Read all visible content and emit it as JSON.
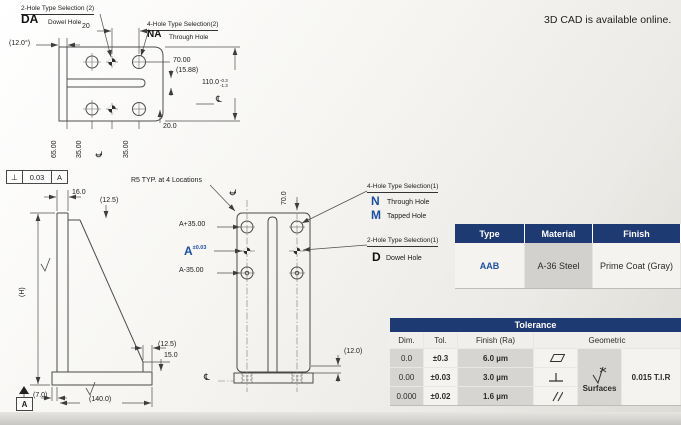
{
  "note_3d_cad": "3D CAD is available online.",
  "top_view": {
    "sel2_title": "2-Hole Type Selection (2)",
    "sel2_code": "DA",
    "sel2_desc": "Dowel Hole",
    "sel4_title": "4-Hole Type Selection(2)",
    "sel4_code": "NA",
    "sel4_desc": "Through Hole",
    "dim_angle": "(12.0°)",
    "dim_20": "20",
    "dim_70": "70.00",
    "dim_1588": "(15.88)",
    "dim_110": "110.0",
    "dim_110_sup": "-0.3",
    "dim_110_sub": "-1.3",
    "cl_right": "℄",
    "dim_200": "20.0",
    "dim_65": "65.00",
    "dim_35_left": "35.00",
    "cl_bottom": "℄",
    "dim_35_right": "35.00"
  },
  "side_view": {
    "fcf_symbol": "⊥",
    "fcf_tol": "0.03",
    "fcf_datum": "A",
    "dim_16": "16.0",
    "dim_125_top": "(12.5)",
    "dim_h": "(H)",
    "dim_125_right": "(12.5)",
    "dim_15": "15.0",
    "dim_7": "(7.0)",
    "dim_140": "(140.0)",
    "datum_label": "A"
  },
  "front_view": {
    "r5_note": "R5 TYP. at 4 Locations",
    "cl_top": "℄",
    "dim_70": "70.0",
    "sel4_title": "4-Hole Type Selection(1)",
    "sel4_n": "N",
    "sel4_n_desc": "Through Hole",
    "sel4_m": "M",
    "sel4_m_desc": "Tapped Hole",
    "sel2_title": "2-Hole Type Selection(1)",
    "sel2_code": "D",
    "sel2_desc": "Dowel Hole",
    "dim_a_plus": "A+35.00",
    "dim_a": "A",
    "dim_a_tol": "±0.03",
    "dim_a_minus": "A-35.00",
    "dim_12": "(12.0)",
    "cl_bottom": "℄"
  },
  "spec_table": {
    "col_type": "Type",
    "col_material": "Material",
    "col_finish": "Finish",
    "val_type": "AAB",
    "val_material": "A-36 Steel",
    "val_finish": "Prime Coat (Gray)"
  },
  "tolerance_table": {
    "title": "Tolerance",
    "col_dim": "Dim.",
    "col_tol": "Tol.",
    "col_finish": "Finish (Ra)",
    "col_geometric": "Geometric",
    "rows": [
      {
        "dim": "0.0",
        "tol": "±0.3",
        "finish": "6.0 µm"
      },
      {
        "dim": "0.00",
        "tol": "±0.03",
        "finish": "3.0 µm"
      },
      {
        "dim": "0.000",
        "tol": "±0.02",
        "finish": "1.6 µm"
      }
    ],
    "surfaces_label": "Surfaces",
    "tir": "0.015 T.I.R"
  }
}
